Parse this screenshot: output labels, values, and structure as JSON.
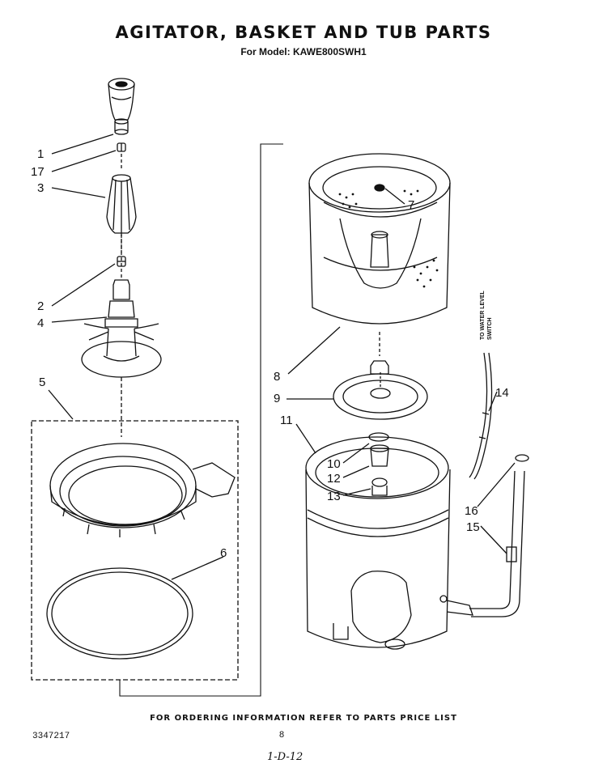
{
  "header": {
    "title": "AGITATOR, BASKET AND TUB PARTS",
    "subtitle": "For Model: KAWE800SWH1"
  },
  "callouts": [
    "1",
    "17",
    "3",
    "2",
    "4",
    "5",
    "6",
    "7",
    "8",
    "9",
    "11",
    "10",
    "12",
    "13",
    "14",
    "16",
    "15"
  ],
  "side_note": {
    "line1": "TO WATER LEVEL",
    "line2": "SWITCH"
  },
  "footer": {
    "ordering_note": "FOR ORDERING INFORMATION REFER TO PARTS PRICE LIST",
    "part_number": "3347217",
    "page_number": "8",
    "handwritten_note": "1-D-12"
  }
}
